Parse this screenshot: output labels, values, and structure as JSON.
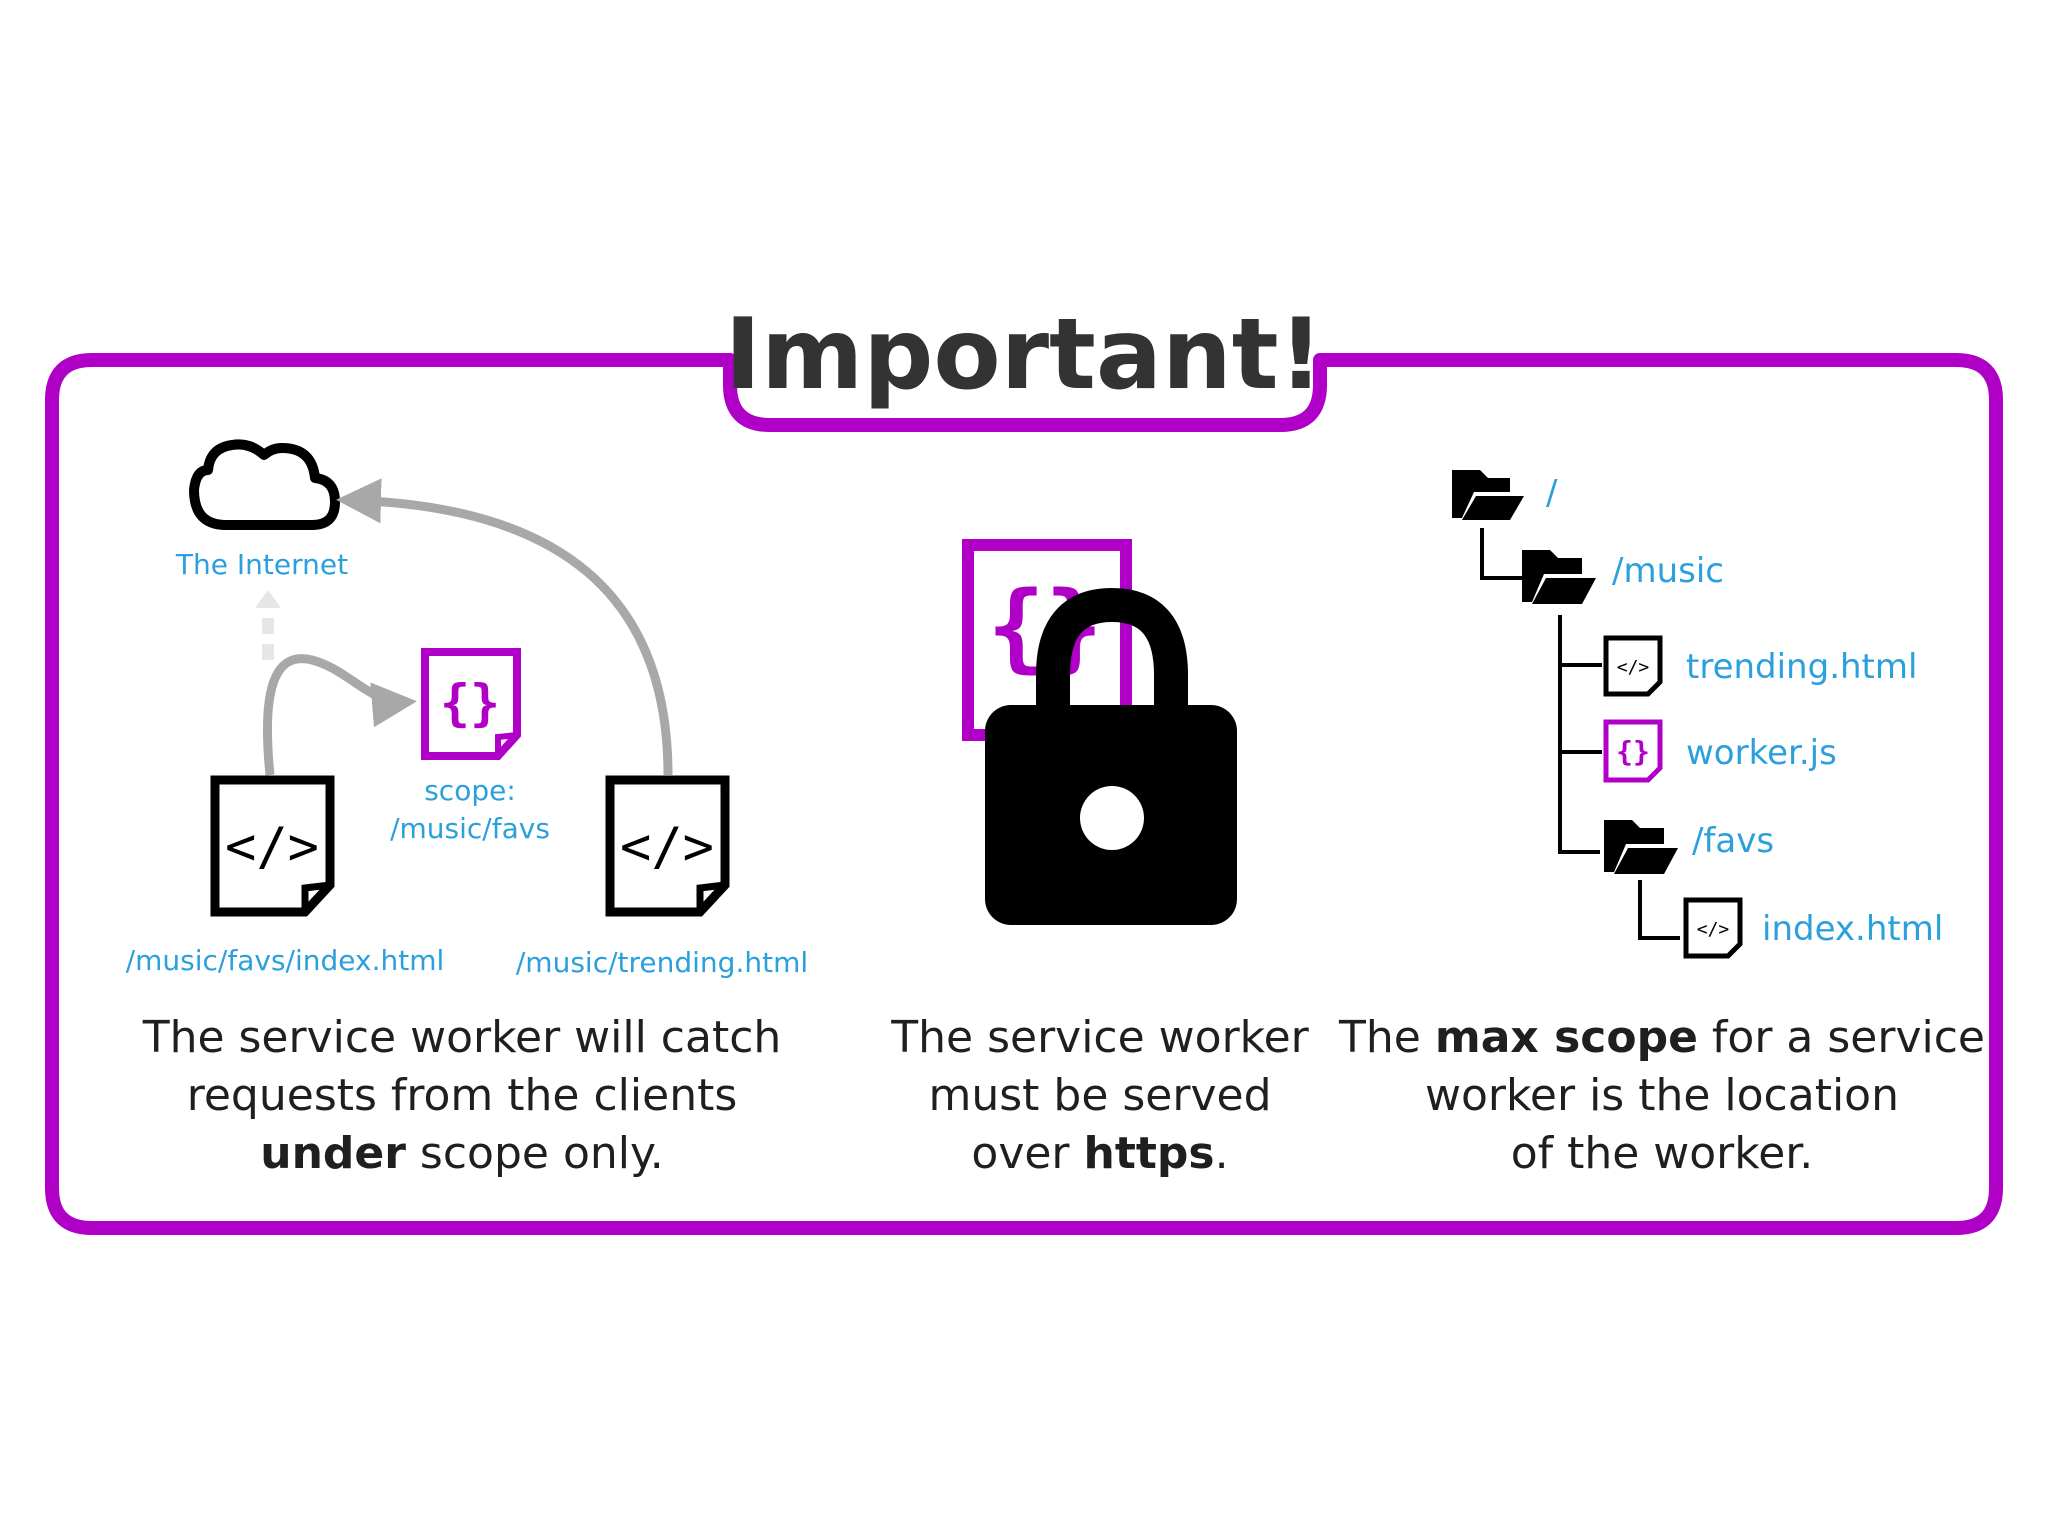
{
  "title": "Important!",
  "colors": {
    "accent": "#b000c8",
    "label": "#2ba0dc",
    "text": "#1f1f1f",
    "title": "#333333"
  },
  "panel_left": {
    "cloud_label": "The Internet",
    "scope_label_line1": "scope:",
    "scope_label_line2": "/music/favs",
    "client_a_label": "/music/favs/index.html",
    "client_b_label": "/music/trending.html",
    "code_glyph": "</>",
    "braces_glyph": "{}",
    "caption": {
      "line1": "The service worker will catch",
      "line2": "requests from the clients",
      "line3_bold": "under",
      "line3_rest": " scope only."
    }
  },
  "panel_middle": {
    "braces_glyph": "{}",
    "caption": {
      "line1": "The service worker",
      "line2": "must be served",
      "line3_pre": "over ",
      "line3_bold": "https",
      "line3_post": "."
    }
  },
  "panel_right": {
    "tree": {
      "root": "/",
      "music": "/music",
      "trending": "trending.html",
      "worker": "worker.js",
      "favs": "/favs",
      "index": "index.html"
    },
    "code_glyph": "</>",
    "braces_glyph": "{}",
    "caption": {
      "line1_pre": "The ",
      "line1_bold": "max scope",
      "line1_post": " for a service",
      "line2": "worker is the location",
      "line3": "of the worker."
    }
  }
}
